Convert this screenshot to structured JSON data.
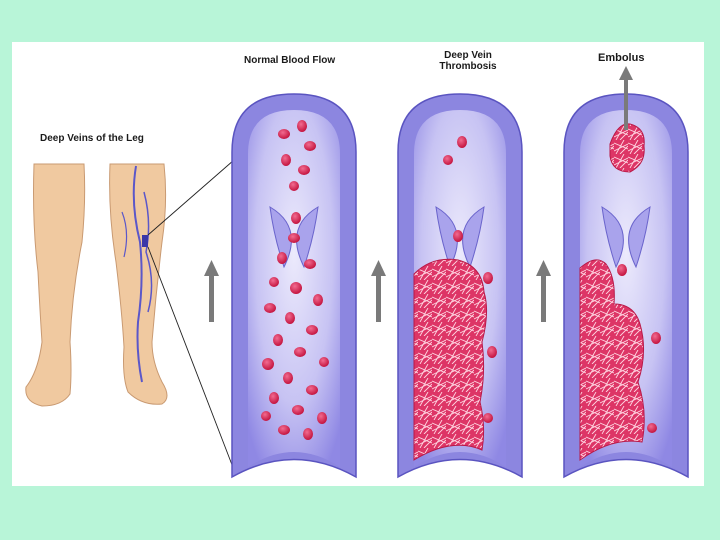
{
  "labels": {
    "legs": "Deep Veins of the Leg",
    "normal": "Normal Blood Flow",
    "dvt": "Deep Vein\nThrombosis",
    "embolus": "Embolus"
  },
  "colors": {
    "background": "#b8f5d8",
    "vessel_wall": "#8c86e0",
    "vessel_inner": "#c9c6f2",
    "blood_cell": "#d8285a",
    "clot": "#e23a6a",
    "skin": "#f0c9a0",
    "arrow": "#7a7a7a"
  },
  "icons": [
    "up-arrow-icon",
    "up-arrow-icon",
    "up-arrow-icon",
    "up-arrow-icon"
  ]
}
